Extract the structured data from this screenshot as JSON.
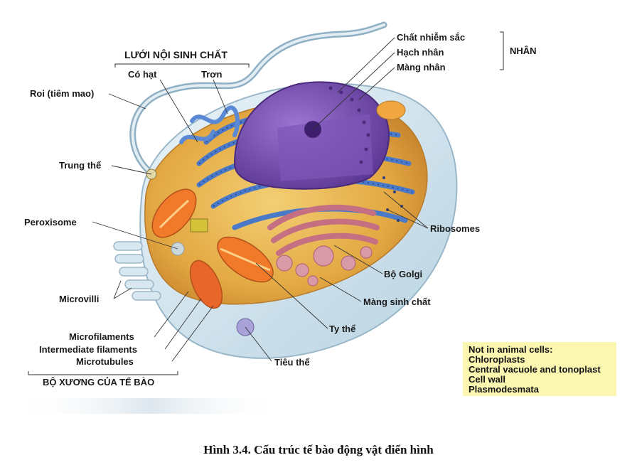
{
  "labels": {
    "er_group": "LƯỚI NỘI SINH CHẤT",
    "rough_er": "Có hạt",
    "smooth_er": "Trơn",
    "flagellum": "Roi (tiêm mao)",
    "centrosome": "Trung thể",
    "peroxisome": "Peroxisome",
    "microvilli": "Microvilli",
    "microfilaments": "Microfilaments",
    "intermediate_filaments": "Intermediate filaments",
    "microtubules": "Microtubules",
    "cytoskeleton_group": "BỘ XƯƠNG CỦA TẾ BÀO",
    "chromatin": "Chất nhiễm sắc",
    "nucleolus": "Hạch nhân",
    "nuclear_envelope": "Màng nhân",
    "nucleus_group": "NHÂN",
    "ribosomes": "Ribosomes",
    "golgi": "Bộ Golgi",
    "plasma_membrane": "Màng sinh chất",
    "mitochondria": "Ty thể",
    "lysosome": "Tiêu thể"
  },
  "note": {
    "title": "Not in animal cells:",
    "items": [
      "Chloroplasts",
      "Central vacuole and tonoplast",
      "Cell wall",
      "Plasmodesmata"
    ]
  },
  "caption": "Hình 3.4. Cấu trúc tế bào động vật điển hình",
  "colors": {
    "cytoplasm": "#e8b64a",
    "nucleus": "#7b4fb0",
    "er": "#4a79c8",
    "golgi": "#d98a9a",
    "mitochondria": "#f07a2a",
    "membrane": "#cfe3ee",
    "note_bg": "#fbf6b0"
  }
}
